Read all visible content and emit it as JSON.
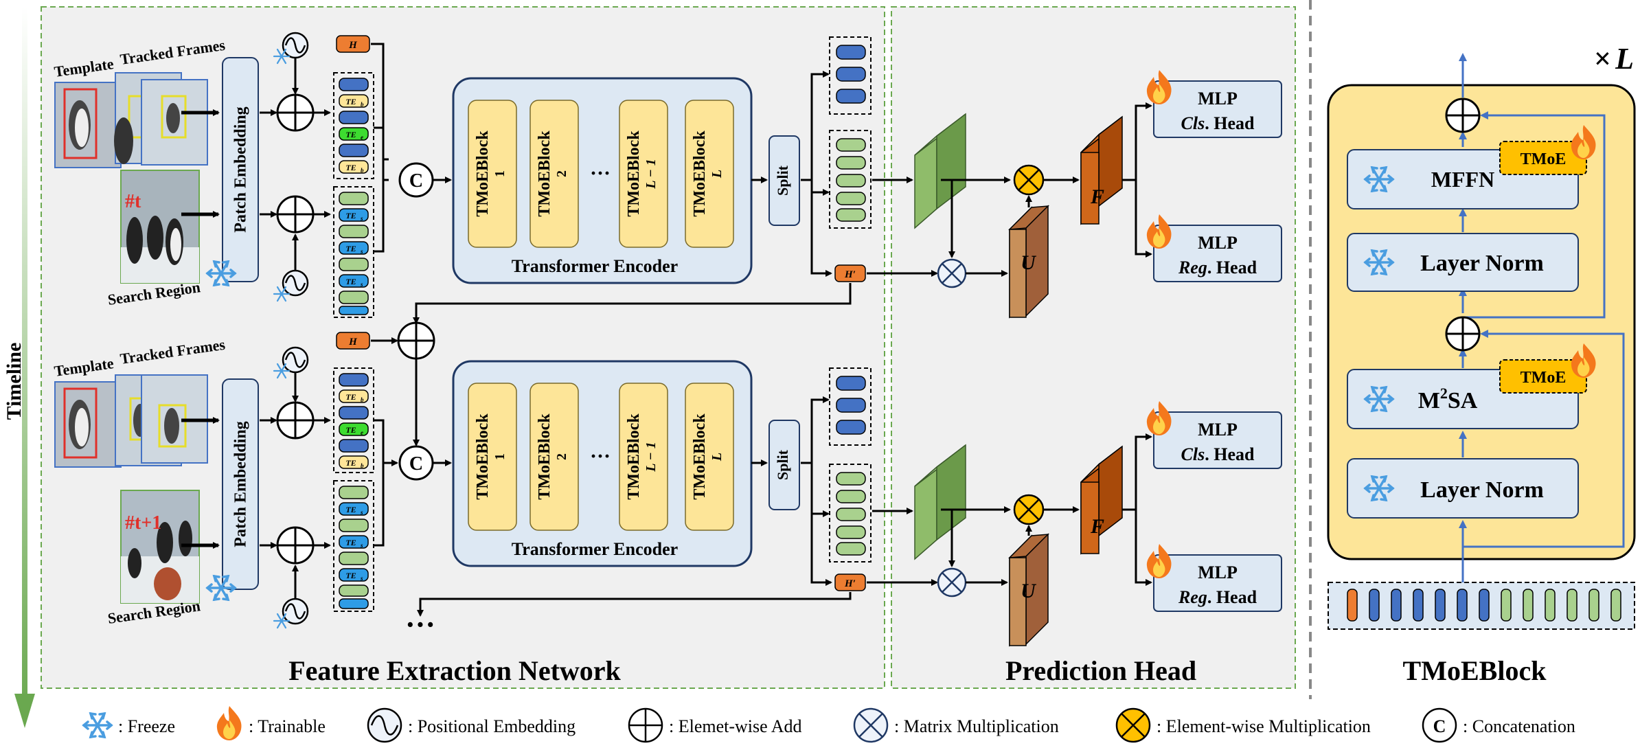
{
  "timeline_label": "Timeline",
  "inputs": {
    "template": "Template",
    "tracked_frames": "Tracked Frames",
    "search_region": "Search Region",
    "frame_tags": [
      "#t",
      "#t+1"
    ]
  },
  "patch_embedding": "Patch Embedding",
  "token_labels": {
    "h": "H",
    "h_prime": "H′",
    "te_b": "TE",
    "te_b_sub": "b",
    "te_e": "TE",
    "te_e_sub": "e",
    "te_s": "TE",
    "te_s_sub": "s"
  },
  "concat_symbol": "C",
  "encoder": {
    "title": "Transformer Encoder",
    "blocks": [
      {
        "name": "TMoEBlock",
        "index": "1"
      },
      {
        "name": "TMoEBlock",
        "index": "2"
      },
      {
        "name": "TMoEBlock",
        "index": "L − 1"
      },
      {
        "name": "TMoEBlock",
        "index": "L"
      }
    ],
    "ellipsis": "···"
  },
  "split_label": "Split",
  "continuation": "···",
  "prediction": {
    "f_label": "F",
    "u_label": "U",
    "cls_head": {
      "line1": "MLP",
      "italic": "Cls",
      "rest": ". Head"
    },
    "reg_head": {
      "line1": "MLP",
      "italic": "Reg",
      "rest": ". Head"
    }
  },
  "section_titles": {
    "feature": "Feature Extraction Network",
    "prediction": "Prediction Head",
    "tmoe": "TMoEBlock"
  },
  "tmoe_block": {
    "repeat_prefix": "×",
    "repeat_var": "L",
    "mffn": "MFFN",
    "tmoe": "TMoE",
    "layer_norm": "Layer Norm",
    "m2sa": "M",
    "m2sa_sup": "2",
    "m2sa_rest": "SA"
  },
  "legend": {
    "freeze": ": Freeze",
    "trainable": ": Trainable",
    "pos_emb": ": Positional Embedding",
    "add": ": Elemet-wise Add",
    "matmul": ": Matrix Multiplication",
    "elemul": ": Element-wise Multiplication",
    "concat_symbol": "C",
    "concat": ": Concatenation"
  },
  "colors": {
    "panel_bg": "#f0f0f0",
    "panel_border": "#5a9a3a",
    "encoder_fill": "#dde8f3",
    "encoder_border": "#1f3864",
    "block_fill": "#fde598",
    "block_border": "#8a7a3a",
    "token_blue": "#4472c4",
    "token_green": "#a9d18e",
    "token_orange": "#ed7d31",
    "token_yellow": "#ffe699",
    "token_bright_green": "#3ddc30",
    "token_cyan": "#2e9ce6",
    "head_fill": "#dde8f3",
    "f_fill": "#c55a11",
    "u_fill": "#c0845a",
    "g_fill": "#8fbc6a",
    "tmoe_bg": "#fde598",
    "tmoe_badge": "#ffc000",
    "arrow_blue": "#4472c4",
    "elemul_fill": "#ffc000",
    "timeline_green": "#70ad47"
  }
}
